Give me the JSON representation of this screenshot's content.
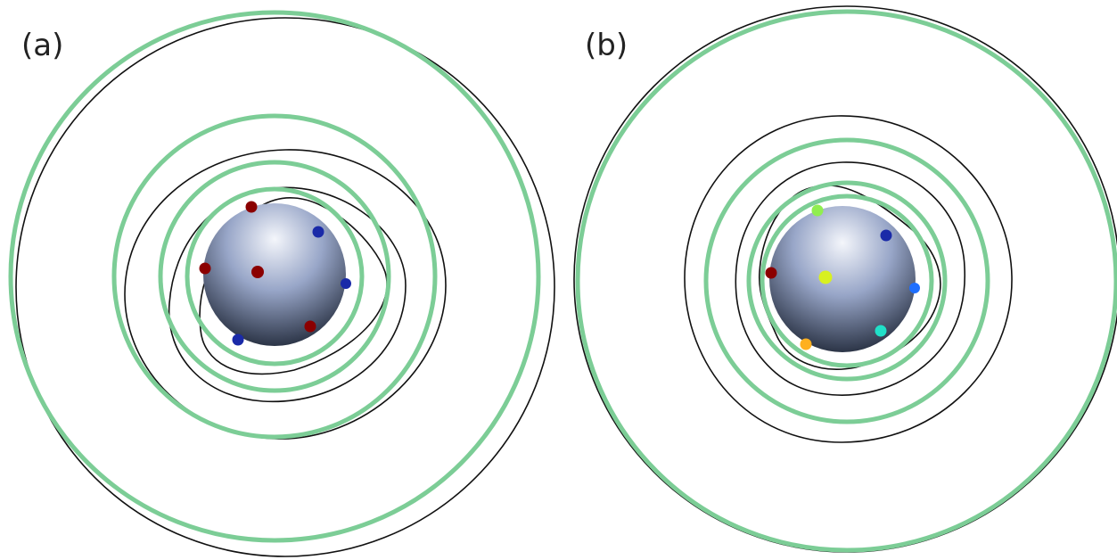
{
  "figure": {
    "panels": [
      {
        "label": "(a)",
        "green_circle_count": 4,
        "black_contour_count": 4,
        "charges": [
          {
            "color": "#8b0000",
            "name": "red-charge"
          },
          {
            "color": "#8b0000",
            "name": "red-charge"
          },
          {
            "color": "#8b0000",
            "name": "red-charge"
          },
          {
            "color": "#8b0000",
            "name": "red-charge"
          },
          {
            "color": "#1a2aa8",
            "name": "blue-charge"
          },
          {
            "color": "#1a2aa8",
            "name": "blue-charge"
          },
          {
            "color": "#1a2aa8",
            "name": "blue-charge"
          }
        ]
      },
      {
        "label": "(b)",
        "green_circle_count": 4,
        "black_contour_count": 4,
        "charges": [
          {
            "color": "#8b0000",
            "name": "dark-red-charge"
          },
          {
            "color": "#90ee50",
            "name": "light-green-charge"
          },
          {
            "color": "#1a2aa8",
            "name": "blue-charge"
          },
          {
            "color": "#1e6fff",
            "name": "light-blue-charge"
          },
          {
            "color": "#d8f020",
            "name": "yellow-charge"
          },
          {
            "color": "#20e0c8",
            "name": "cyan-charge"
          },
          {
            "color": "#ffb020",
            "name": "orange-charge"
          }
        ]
      }
    ],
    "colors": {
      "green_circle": "#7ccd96",
      "black_contour": "#111111",
      "sphere_light": "#f4f6fb",
      "sphere_mid": "#98a6c8",
      "sphere_dark": "#1e2636"
    }
  }
}
